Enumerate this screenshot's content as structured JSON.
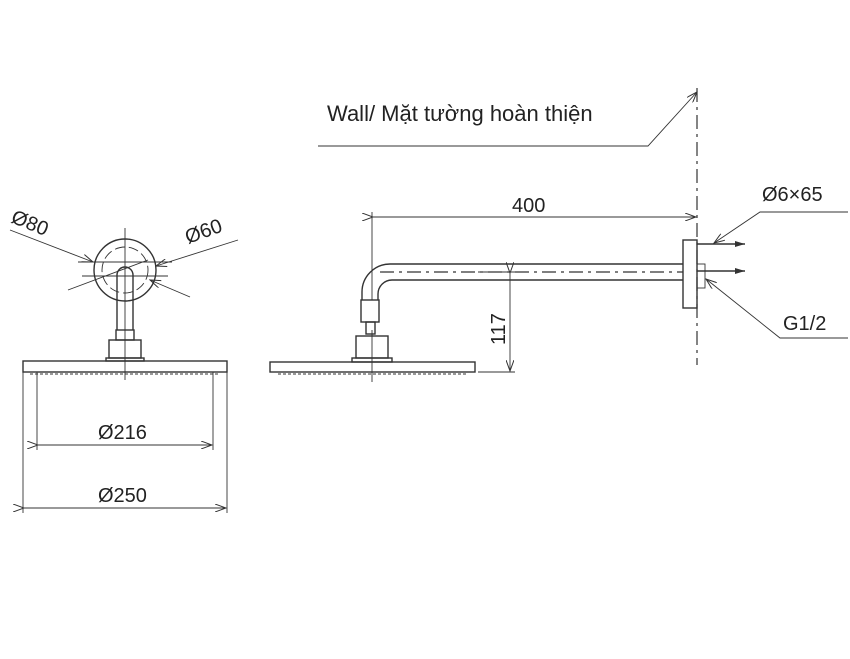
{
  "labels": {
    "wall": "Wall/ Mặt tường hoàn thiện",
    "arm_length": "400",
    "arm_drop": "117",
    "screw": "Ø6×65",
    "thread": "G1/2",
    "flange_outer": "Ø80",
    "flange_inner": "Ø60",
    "plate_inner": "Ø216",
    "plate_outer": "Ø250"
  }
}
